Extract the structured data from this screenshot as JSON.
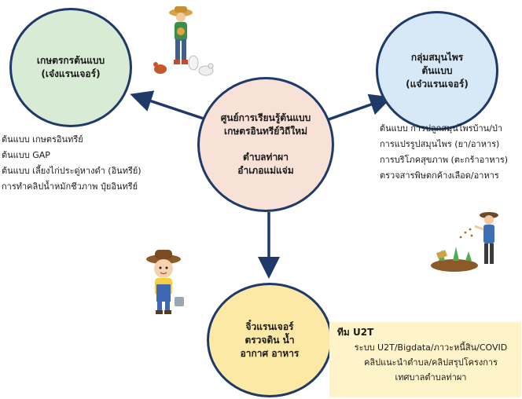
{
  "nodes": {
    "top_left": {
      "title": "เกษตรกรต้นแบบ",
      "subtitle": "(เจ๋งแรนเจอร์)"
    },
    "top_right": {
      "line1": "กลุ่มสมุนไพร",
      "line2": "ต้นแบบ",
      "line3": "(แจ๋วแรนเจอร์)"
    },
    "center": {
      "line1": "ศูนย์การเรียนรู้ต้นแบบ",
      "line2": "เกษตรอินทรีย์วิถีใหม่",
      "line3": "ตำบลท่าผา",
      "line4": "อำเภอแม่แจ่ม"
    },
    "bottom": {
      "line1": "จิ๋วแรนเจอร์",
      "line2": "ตรวจดิน น้ำ",
      "line3": "อากาศ อาหาร"
    }
  },
  "left_list": [
    "ต้นแบบ เกษตรอินทรีย์",
    "ต้นแบบ GAP",
    "ต้นแบบ เลี้ยงไก่ประดู่หางดำ (อินทรีย์)",
    "การทำคลิปน้ำหมักชีวภาพ  ปุ๋ยอินทรีย์"
  ],
  "right_list": [
    "ต้นแบบ  การปลูกสมุนไพรบ้าน/ป่า",
    "การแปรรูปสมุนไพร  (ยา/อาหาร)",
    "การบริโภคสุขภาพ  (ตะกร้าอาหาร)",
    "ตรวจสารพิษตกค้างเลือด/อาหาร"
  ],
  "team": {
    "title": "ทีม U2T",
    "lines": [
      "ระบบ U2T/Bigdata/ภาวะหนี้สิน/COVID",
      "คลิปแนะนำตำบล/คลิปสรุปโครงการ",
      "เทศบาลตำบลท่าผา"
    ]
  },
  "colors": {
    "arrow": "#1f3a68",
    "green_circle": "#d8ebd4",
    "blue_circle": "#d7e9f7",
    "peach_circle": "#f8e1d6",
    "yellow_circle": "#fde9a6",
    "team_box": "#fff3c9"
  },
  "icons": [
    "farmer-with-poultry-icon",
    "farmer-sowing-seeds-icon",
    "child-farmer-icon"
  ]
}
